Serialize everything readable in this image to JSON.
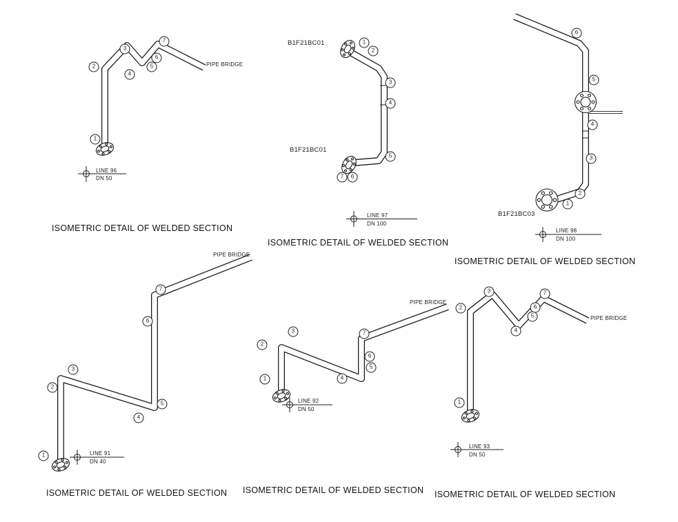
{
  "document": {
    "background": "#ffffff",
    "ink": "#1c1c1c"
  },
  "panels": [
    {
      "name": "line-96",
      "caption": "ISOMETRIC DETAIL OF WELDED SECTION",
      "pipe_bridge_label": "PIPE BRIDGE",
      "line_label": "LINE 96",
      "dn_label": "DN 50",
      "welds": [
        "1",
        "2",
        "3",
        "4",
        "5",
        "6",
        "7"
      ]
    },
    {
      "name": "line-97",
      "caption": "ISOMETRIC DETAIL OF WELDED SECTION",
      "component_labels": [
        "B1F21BC01",
        "B1F21BC01"
      ],
      "line_label": "LINE 97",
      "dn_label": "DN 100",
      "welds": [
        "1",
        "2",
        "3",
        "4",
        "5",
        "6",
        "7"
      ]
    },
    {
      "name": "line-98",
      "caption": "ISOMETRIC DETAIL OF WELDED SECTION",
      "component_labels": [
        "B1F21BC03"
      ],
      "line_label": "LINE 98",
      "dn_label": "DN 100",
      "welds": [
        "1",
        "2",
        "3",
        "4",
        "5",
        "6"
      ]
    },
    {
      "name": "line-91",
      "caption": "ISOMETRIC DETAIL OF WELDED SECTION",
      "pipe_bridge_label": "PIPE BRIDGE",
      "line_label": "LINE 91",
      "dn_label": "DN 40",
      "welds": [
        "1",
        "2",
        "3",
        "4",
        "5",
        "6",
        "7"
      ]
    },
    {
      "name": "line-92",
      "caption": "ISOMETRIC DETAIL OF WELDED SECTION",
      "pipe_bridge_label": "PIPE BRIDGE",
      "line_label": "LINE 92",
      "dn_label": "DN 50",
      "welds": [
        "1",
        "2",
        "3",
        "4",
        "5",
        "6",
        "7"
      ]
    },
    {
      "name": "line-93",
      "caption": "ISOMETRIC DETAIL OF WELDED SECTION",
      "pipe_bridge_label": "PIPE BRIDGE",
      "line_label": "LINE 93",
      "dn_label": "DN 50",
      "welds": [
        "1",
        "2",
        "3",
        "4",
        "5",
        "6",
        "7"
      ]
    }
  ]
}
